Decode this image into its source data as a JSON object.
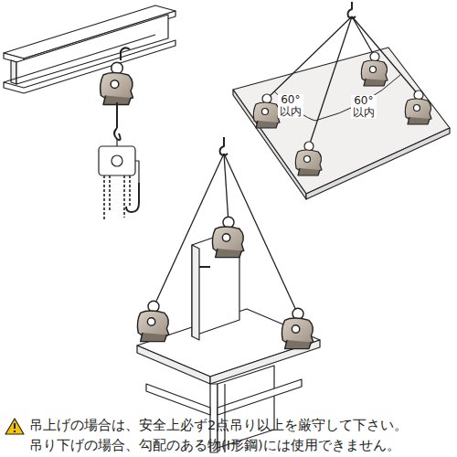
{
  "diagram": {
    "labels": [
      "60° 以内",
      "60° 以内",
      "吊上げの場合は、安全上必ず2点吊り以上を厳守して下さい。",
      "吊り下げの場合、勾配のある物(I形鋼)には使用できません。"
    ]
  }
}
